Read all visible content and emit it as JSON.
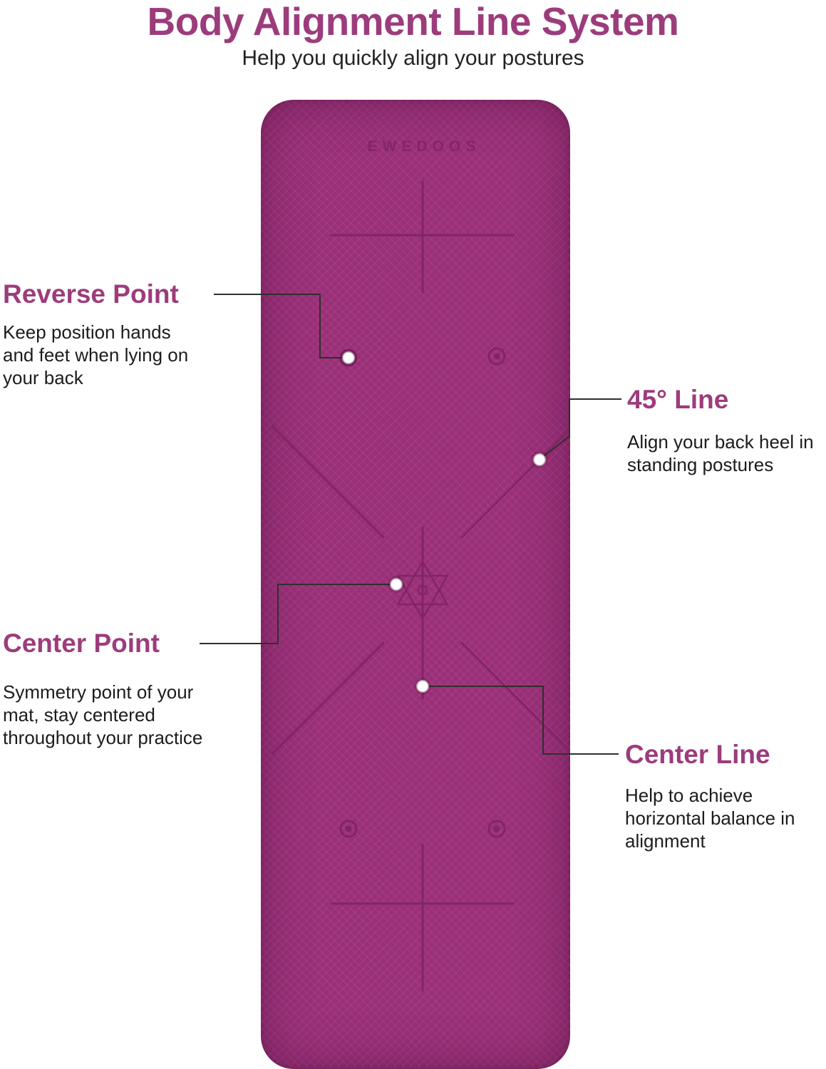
{
  "theme": {
    "accent": "#9c3c7c",
    "text_color": "#1c1c1c",
    "connector_color": "#2f2f2f"
  },
  "page": {
    "title": "Body Alignment Line System",
    "subtitle": "Help you quickly align your postures"
  },
  "mat": {
    "brand": "EWEDOOS",
    "color": "#9a2f78",
    "line_color": "#7d2365"
  },
  "callouts": [
    {
      "id": "reverse-point",
      "title": "Reverse Point",
      "description": "Keep position hands and feet when lying on your back"
    },
    {
      "id": "45-line",
      "title": "45° Line",
      "description": "Align your back heel in standing postures"
    },
    {
      "id": "center-point",
      "title": "Center Point",
      "description": "Symmetry point of your mat, stay centered throughout your practice"
    },
    {
      "id": "center-line",
      "title": "Center Line",
      "description": "Help to achieve horizontal balance in alignment"
    }
  ]
}
